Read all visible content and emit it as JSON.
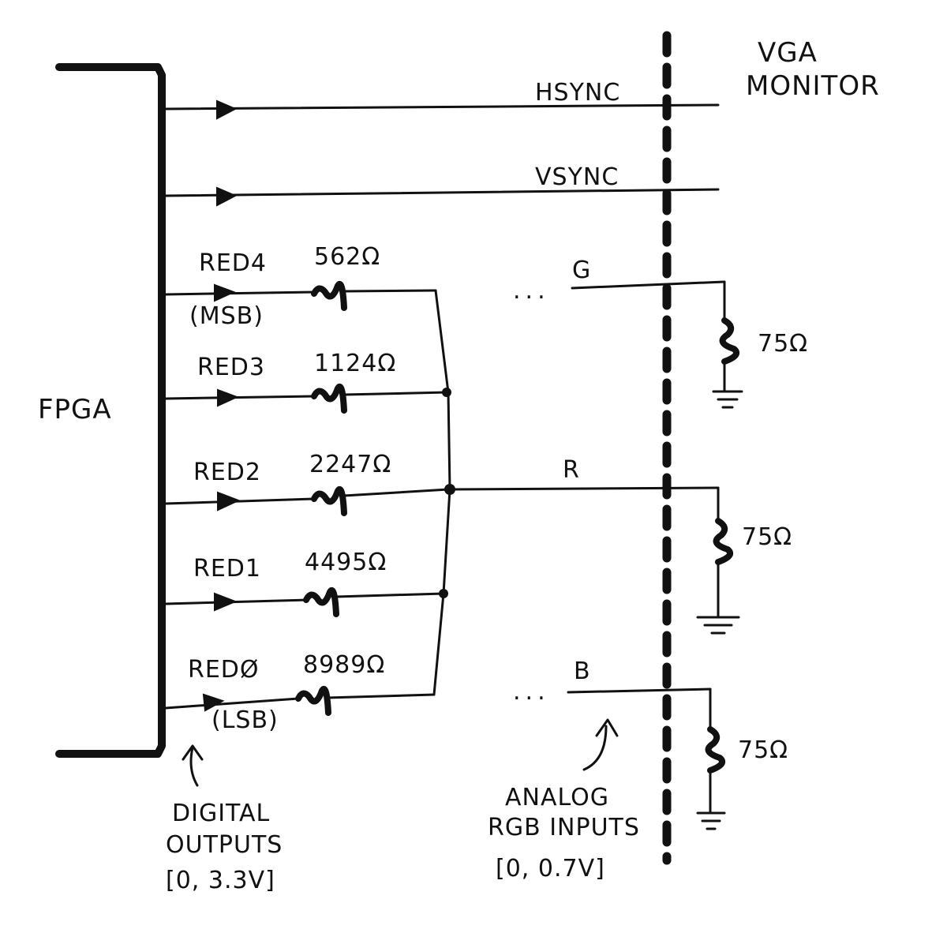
{
  "monitor_title_line1": "VGA",
  "monitor_title_line2": "MONITOR",
  "fpga_label": "FPGA",
  "signals": {
    "hsync": "HSYNC",
    "vsync": "VSYNC",
    "g": "G",
    "r": "R",
    "b": "B"
  },
  "red_bits": [
    {
      "name": "RED4",
      "resistor": "562Ω",
      "note": "(MSB)"
    },
    {
      "name": "RED3",
      "resistor": "1124Ω",
      "note": ""
    },
    {
      "name": "RED2",
      "resistor": "2247Ω",
      "note": ""
    },
    {
      "name": "RED1",
      "resistor": "4495Ω",
      "note": ""
    },
    {
      "name": "REDØ",
      "resistor": "8989Ω",
      "note": "(LSB)"
    }
  ],
  "terminations": [
    "75Ω",
    "75Ω",
    "75Ω"
  ],
  "ellipsis": "...",
  "digital_note": {
    "line1": "DIGITAL",
    "line2": "OUTPUTS",
    "line3": "[0, 3.3V]"
  },
  "analog_note": {
    "line1": "ANALOG",
    "line2": "RGB INPUTS",
    "line3": "[0, 0.7V]"
  }
}
